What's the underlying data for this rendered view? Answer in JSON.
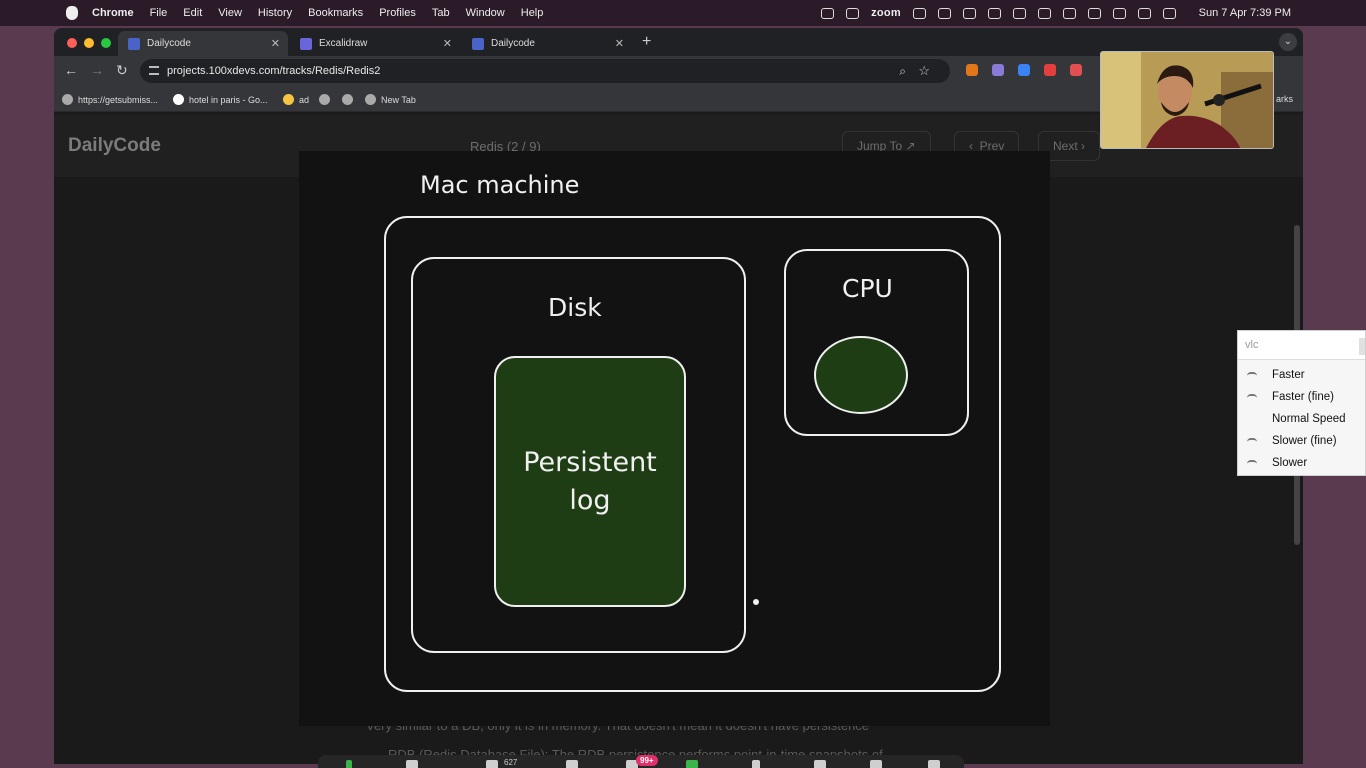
{
  "menubar": {
    "app": "Chrome",
    "items": [
      "File",
      "Edit",
      "View",
      "History",
      "Bookmarks",
      "Profiles",
      "Tab",
      "Window",
      "Help"
    ],
    "zoom_label": "zoom",
    "clock": "Sun 7 Apr  7:39 PM"
  },
  "tabs": [
    {
      "label": "Dailycode",
      "active": true
    },
    {
      "label": "Excalidraw",
      "active": false
    },
    {
      "label": "Dailycode",
      "active": false
    }
  ],
  "address": {
    "url": "projects.100xdevs.com/tracks/Redis/Redis2"
  },
  "bookmarks": {
    "items": [
      "https://getsubmiss...",
      "hotel in paris - Go...",
      "ad",
      "",
      "",
      "New Tab"
    ],
    "tail": "arks"
  },
  "site": {
    "logo": "DailyCode",
    "breadcrumb": "Redis (2 / 9)",
    "jump_label": "Jump To",
    "prev_label": "Prev",
    "next_label": "Next",
    "body_line1": "Very similar to a DB, only it is in memory. That doesn't mean it doesn't have persistence",
    "body_line2": "RDB (Redis Database File): The RDB persistence performs point-in-time snapshots of"
  },
  "drawing": {
    "title": "Mac machine",
    "disk_label": "Disk",
    "log_label_1": "Persistent",
    "log_label_2": "log",
    "cpu_label": "CPU",
    "fill_color": "#1f3d14"
  },
  "zoom_toolbar": {
    "participants": "627",
    "badge": "99+"
  },
  "vlc_menu": {
    "search_placeholder": "vlc",
    "items": [
      "Faster",
      "Faster (fine)",
      "Normal Speed",
      "Slower (fine)",
      "Slower"
    ]
  }
}
